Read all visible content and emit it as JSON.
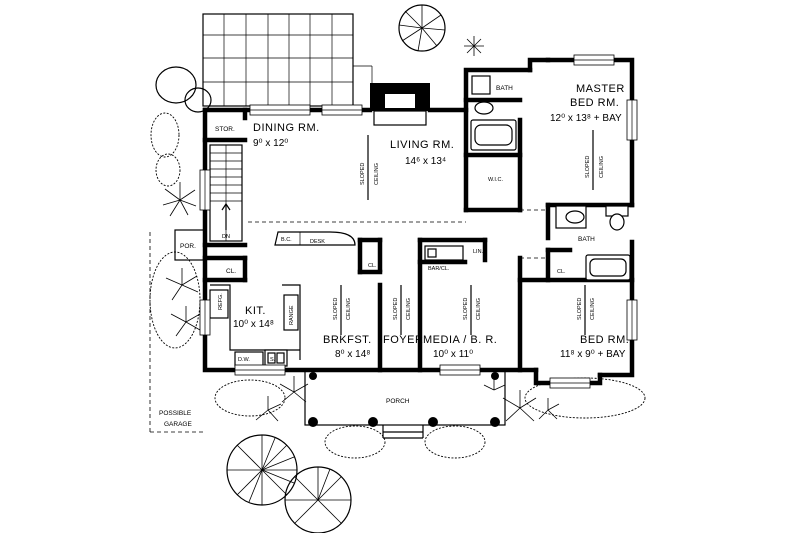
{
  "rooms": {
    "dining": {
      "name": "DINING RM.",
      "size": "9⁰ x 12⁰"
    },
    "living": {
      "name": "LIVING RM.",
      "size": "14⁶ x 13⁴"
    },
    "master_line1": "MASTER",
    "master_line2": "BED RM.",
    "master_size": "12⁰ x 13⁸ + BAY",
    "kitchen": {
      "name": "KIT.",
      "size": "10⁰ x 14⁸"
    },
    "brkfst": {
      "name": "BRKFST.",
      "size": "8⁰ x 14⁸"
    },
    "foyer": {
      "name": "FOYER"
    },
    "media": {
      "name": "MEDIA / B. R.",
      "size": "10⁰ x 11⁰"
    },
    "bed": {
      "name": "BED RM.",
      "size": "11⁸ x 9⁰ + BAY"
    }
  },
  "labels": {
    "stor": "STOR.",
    "bath_top": "BATH",
    "bath_mid": "BATH",
    "wic": "W.I.C.",
    "dn": "DN",
    "por": "POR.",
    "cl_kit": "CL.",
    "cl_foyer": "CL.",
    "cl_bed": "CL.",
    "bc": "B.C.",
    "desk": "DESK",
    "lin": "LIN.",
    "bar_cl": "BAR/CL.",
    "refg": "REFG.",
    "range": "RANGE",
    "dw": "D.W.",
    "s": "S.",
    "porch": "PORCH",
    "garage_line1": "POSSIBLE",
    "garage_line2": "GARAGE"
  },
  "ceiling": {
    "line1": "SLOPED",
    "line2": "CEILING"
  }
}
